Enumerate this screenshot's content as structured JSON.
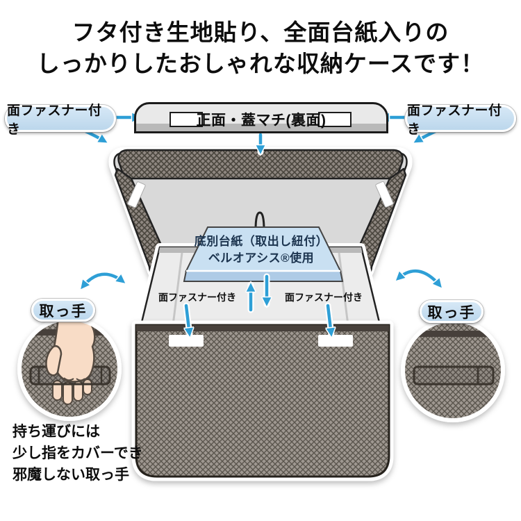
{
  "title": {
    "line1": "フタ付き生地貼り、全面台紙入りの",
    "line2": "しっかりしたおしゃれな収納ケースです！"
  },
  "flap_diagram": {
    "label": "正面・蓋マチ(裏面)"
  },
  "callouts": {
    "velcro_top_left": "面ファスナー付き",
    "velcro_top_right": "面ファスナー付き",
    "velcro_inner_left": "面ファスナー付き",
    "velcro_inner_right": "面ファスナー付き",
    "handle_left": "取っ手",
    "handle_right": "取っ手"
  },
  "bottom_board": {
    "line1": "底別台紙（取出し紐付）",
    "line2": "ベルオアシス®使用"
  },
  "handle_note": {
    "line1": "持ち運びには",
    "line2": "少し指をカバーでき",
    "line3": "邪魔しない取っ手"
  },
  "colors": {
    "accent_blue": "#2e9fd6",
    "callout_bg": "#c9e0f3",
    "board_bg": "#c9e0f2",
    "fabric_base": "#9e9790",
    "fabric_line": "#5a544e",
    "lid_inner_gray": "#d9d9d9"
  }
}
